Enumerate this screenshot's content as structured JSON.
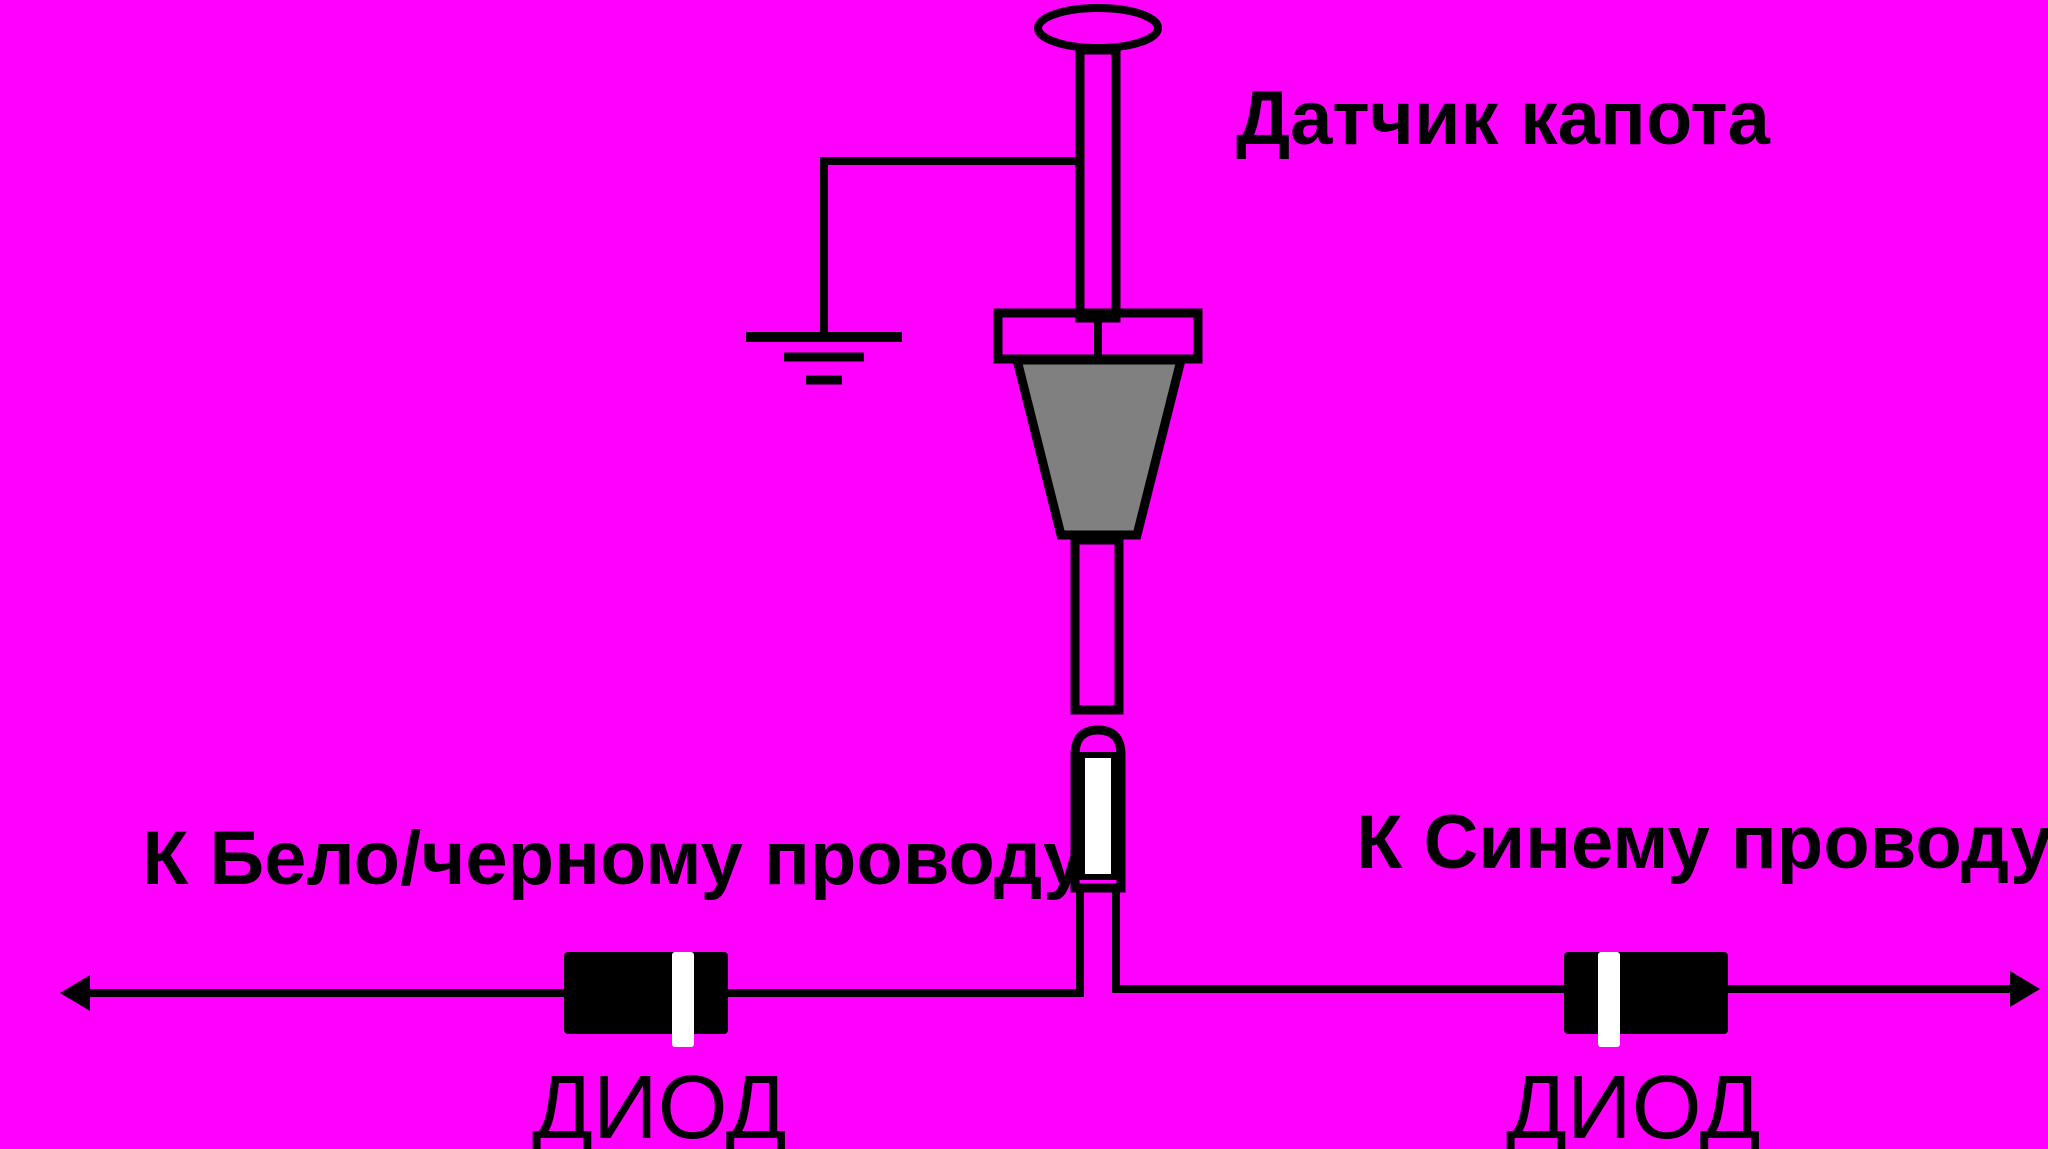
{
  "diagram": {
    "background_color": "#ff00ff",
    "line_color": "#000000",
    "sensor_body_color": "#808080",
    "marker_color": "#ffffff",
    "labels": {
      "sensor": "Датчик капота",
      "left_wire": "К Бело/черному проводу",
      "right_wire": "К Синему проводу",
      "left_diode": "ДИОД",
      "right_diode": "ДИОД"
    },
    "icons": {
      "ground": "ground-icon",
      "left_arrow": "arrow-left-icon",
      "right_arrow": "arrow-right-icon"
    }
  }
}
